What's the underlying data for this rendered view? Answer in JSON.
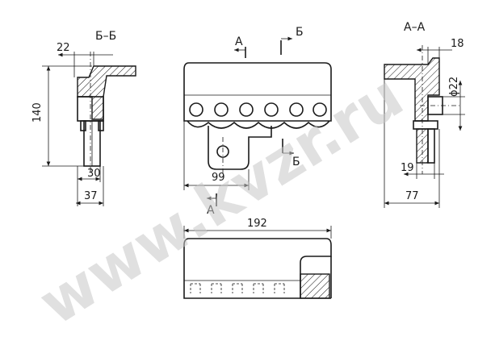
{
  "sections": {
    "bb_label": "Б–Б",
    "aa_label": "А–А"
  },
  "cut_marks": {
    "a_top": "А",
    "a_bottom": "А",
    "b_top": "Б",
    "b_bottom": "Б"
  },
  "dimensions": {
    "bb_top_width": "22",
    "bb_height": "140",
    "bb_inner_width": "30",
    "bb_base_width": "37",
    "aa_top_width": "18",
    "aa_hole_diameter": "ϕ22",
    "aa_inner_width": "19",
    "aa_base_width": "77",
    "front_partial_width": "99",
    "plan_length": "192"
  },
  "watermark": "www.kvzr.ru"
}
